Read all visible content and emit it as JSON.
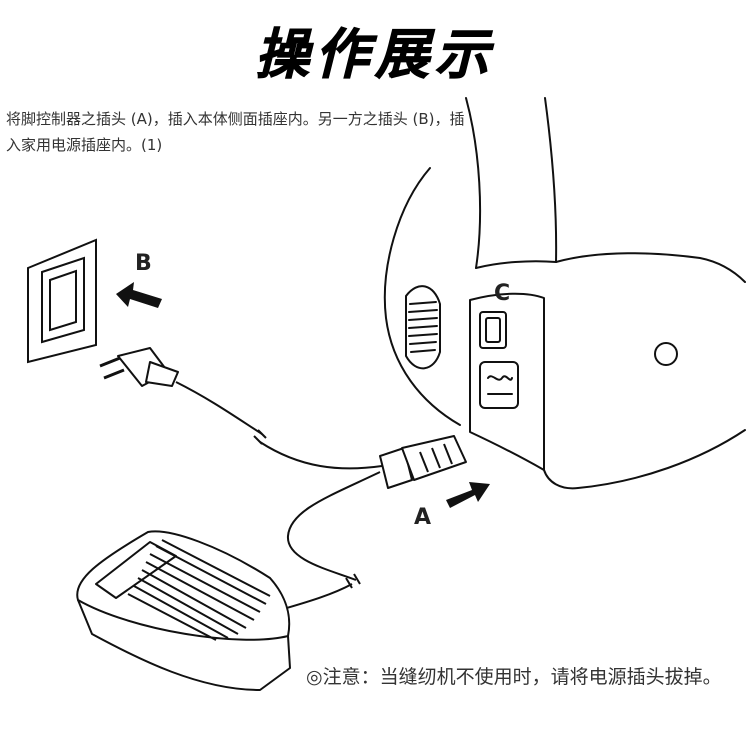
{
  "title": "操作展示",
  "instruction": "将脚控制器之插头 (A)，插入本体侧面插座内。另一方之插头 (B)，插入家用电源插座内。(1)",
  "labels": {
    "a": "A",
    "b": "B",
    "c": "C"
  },
  "note": "◎注意：当缝纫机不使用时，请将电源插头拔掉。",
  "icons": {
    "outlet": "wall-outlet-icon",
    "plug": "power-plug-icon",
    "foot": "foot-controller-icon",
    "machine": "sewing-machine-icon"
  }
}
